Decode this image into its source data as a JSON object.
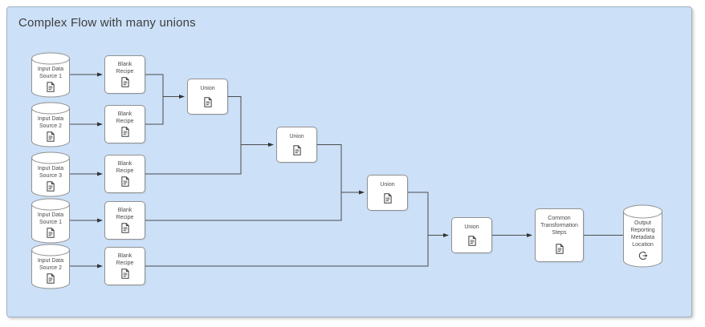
{
  "title": "Complex Flow with many unions",
  "colors": {
    "canvas_fill": "#cce0f7",
    "canvas_border": "#a2b1c2",
    "node_fill": "#ffffff",
    "node_border": "#919191",
    "edge": "#4d4d4d",
    "text": "#4a4a4a",
    "title_text": "#3d3d3d"
  },
  "nodes": {
    "sources": [
      {
        "id": "s1",
        "label": "Input Data\nSource 1",
        "icon": "document-icon"
      },
      {
        "id": "s2",
        "label": "Input Data\nSource 2",
        "icon": "document-icon"
      },
      {
        "id": "s3",
        "label": "Input Data\nSource 3",
        "icon": "document-icon"
      },
      {
        "id": "s4",
        "label": "Input Data\nSource 1",
        "icon": "document-icon"
      },
      {
        "id": "s5",
        "label": "Input Data\nSource 2",
        "icon": "document-icon"
      }
    ],
    "recipes": [
      {
        "id": "r1",
        "label": "Blank\nRecipe",
        "icon": "document-icon"
      },
      {
        "id": "r2",
        "label": "Blank\nRecipe",
        "icon": "document-icon"
      },
      {
        "id": "r3",
        "label": "Blank\nRecipe",
        "icon": "document-icon"
      },
      {
        "id": "r4",
        "label": "Blank\nRecipe",
        "icon": "document-icon"
      },
      {
        "id": "r5",
        "label": "Blank\nRecipe",
        "icon": "document-icon"
      }
    ],
    "unions": [
      {
        "id": "u1",
        "label": "Union",
        "icon": "document-icon"
      },
      {
        "id": "u2",
        "label": "Union",
        "icon": "document-icon"
      },
      {
        "id": "u3",
        "label": "Union",
        "icon": "document-icon"
      },
      {
        "id": "u4",
        "label": "Union",
        "icon": "document-icon"
      }
    ],
    "transform": {
      "id": "t1",
      "label": "Common\nTransformation\nSteps",
      "icon": "document-icon"
    },
    "output": {
      "id": "o1",
      "label": "Output\nReporting\nMetadata\nLocation",
      "icon": "export-icon"
    }
  },
  "edges": [
    {
      "from": "s1",
      "to": "r1"
    },
    {
      "from": "s2",
      "to": "r2"
    },
    {
      "from": "s3",
      "to": "r3"
    },
    {
      "from": "s4",
      "to": "r4"
    },
    {
      "from": "s5",
      "to": "r5"
    },
    {
      "from": "r1",
      "to": "u1"
    },
    {
      "from": "r2",
      "to": "u1"
    },
    {
      "from": "u1",
      "to": "u2"
    },
    {
      "from": "r3",
      "to": "u2"
    },
    {
      "from": "u2",
      "to": "u3"
    },
    {
      "from": "r4",
      "to": "u3"
    },
    {
      "from": "u3",
      "to": "u4"
    },
    {
      "from": "r5",
      "to": "u4"
    },
    {
      "from": "u4",
      "to": "t1"
    },
    {
      "from": "t1",
      "to": "o1"
    }
  ]
}
